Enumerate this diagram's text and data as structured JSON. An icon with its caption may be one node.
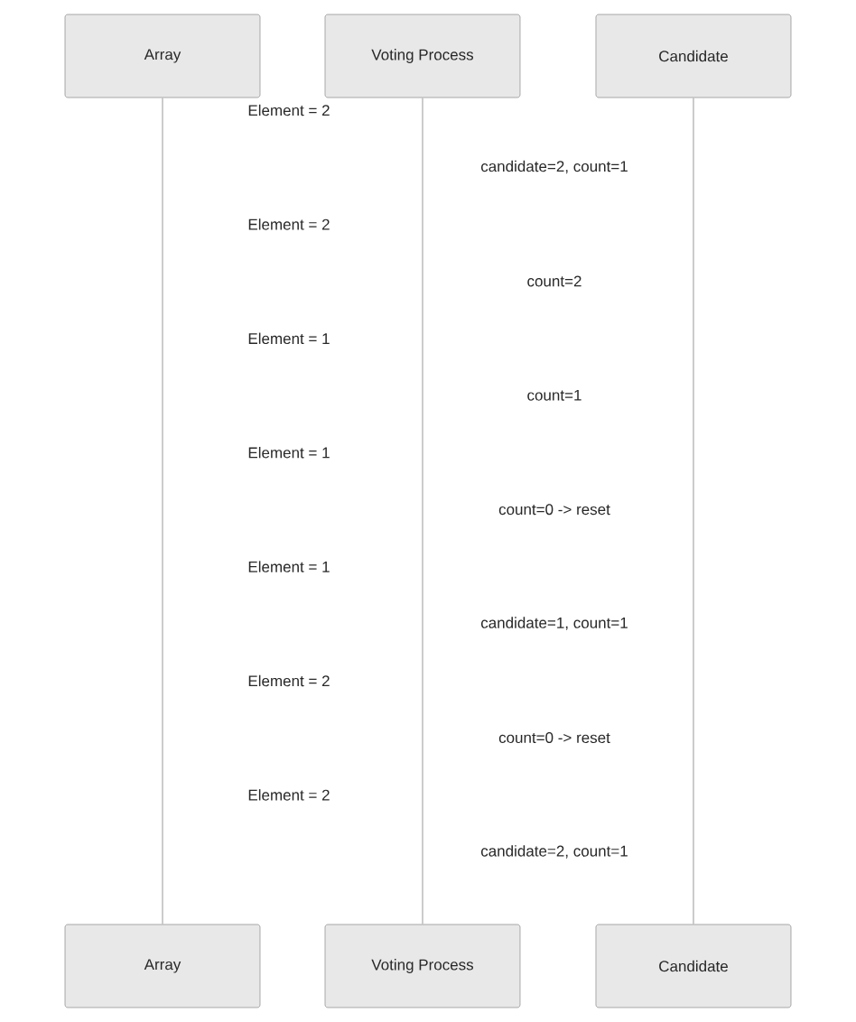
{
  "diagram": {
    "nodes": [
      {
        "text": [
          "Array"
        ]
      },
      {
        "text": [
          "Voting Process"
        ]
      },
      {
        "text": [
          "Candidate"
        ]
      },
      {
        "text": [
          "Array"
        ]
      },
      {
        "text": [
          "Voting Process"
        ]
      },
      {
        "text": [
          "Candidate"
        ]
      }
    ],
    "edges": [
      {
        "from": 0,
        "to": 3,
        "arrow": "none"
      },
      {
        "from": 1,
        "to": 4,
        "arrow": "none"
      },
      {
        "from": 2,
        "to": 5,
        "arrow": "none"
      }
    ],
    "labels": [
      "Element = 2",
      "candidate=2, count=1",
      "Element = 2",
      "count=2",
      "Element = 1",
      "count=1",
      "Element = 1",
      "count=0 -> reset",
      "Element = 1",
      "candidate=1, count=1",
      "Element = 2",
      "count=0 -> reset",
      "Element = 2",
      "candidate=2, count=1"
    ]
  }
}
